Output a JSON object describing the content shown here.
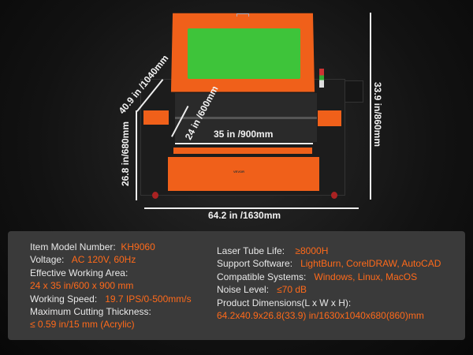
{
  "machine": {
    "brand": "VEVOR",
    "dimensions": {
      "height_total": "33.9 in/860mm",
      "height_body": "26.8 in/680mm",
      "depth": "40.9 in /1040mm",
      "work_y": "24 in /600mm",
      "work_x": "35 in /900mm",
      "width": "64.2 in /1630mm"
    }
  },
  "specs": {
    "left": [
      {
        "label": "Item Model Number:",
        "value": "KH9060"
      },
      {
        "label": "Voltage:",
        "value": "AC 120V, 60Hz"
      },
      {
        "label": "Effective Working Area:",
        "value": "24 x 35 in/600 x 900 mm"
      },
      {
        "label": "Working Speed:",
        "value": "19.7 IPS/0-500mm/s"
      },
      {
        "label": "Maximum Cutting Thickness:",
        "value": "≤ 0.59 in/15 mm (Acrylic)"
      }
    ],
    "right": [
      {
        "label": "Laser Tube Life:",
        "value": "≥8000H"
      },
      {
        "label": "Support Software:",
        "value": "LightBurn, CorelDRAW, AutoCAD"
      },
      {
        "label": "Compatible Systems:",
        "value": "Windows, Linux, MacOS"
      },
      {
        "label": "Noise Level:",
        "value": "≤70 dB"
      },
      {
        "label": "Product Dimensions(L x W x H):",
        "value": "64.2x40.9x26.8(33.9) in/1630x1040x680(860)mm"
      }
    ]
  },
  "colors": {
    "accent": "#ff6a1a",
    "machine_orange": "#f0601a",
    "lid_window": "#3ec43a"
  }
}
